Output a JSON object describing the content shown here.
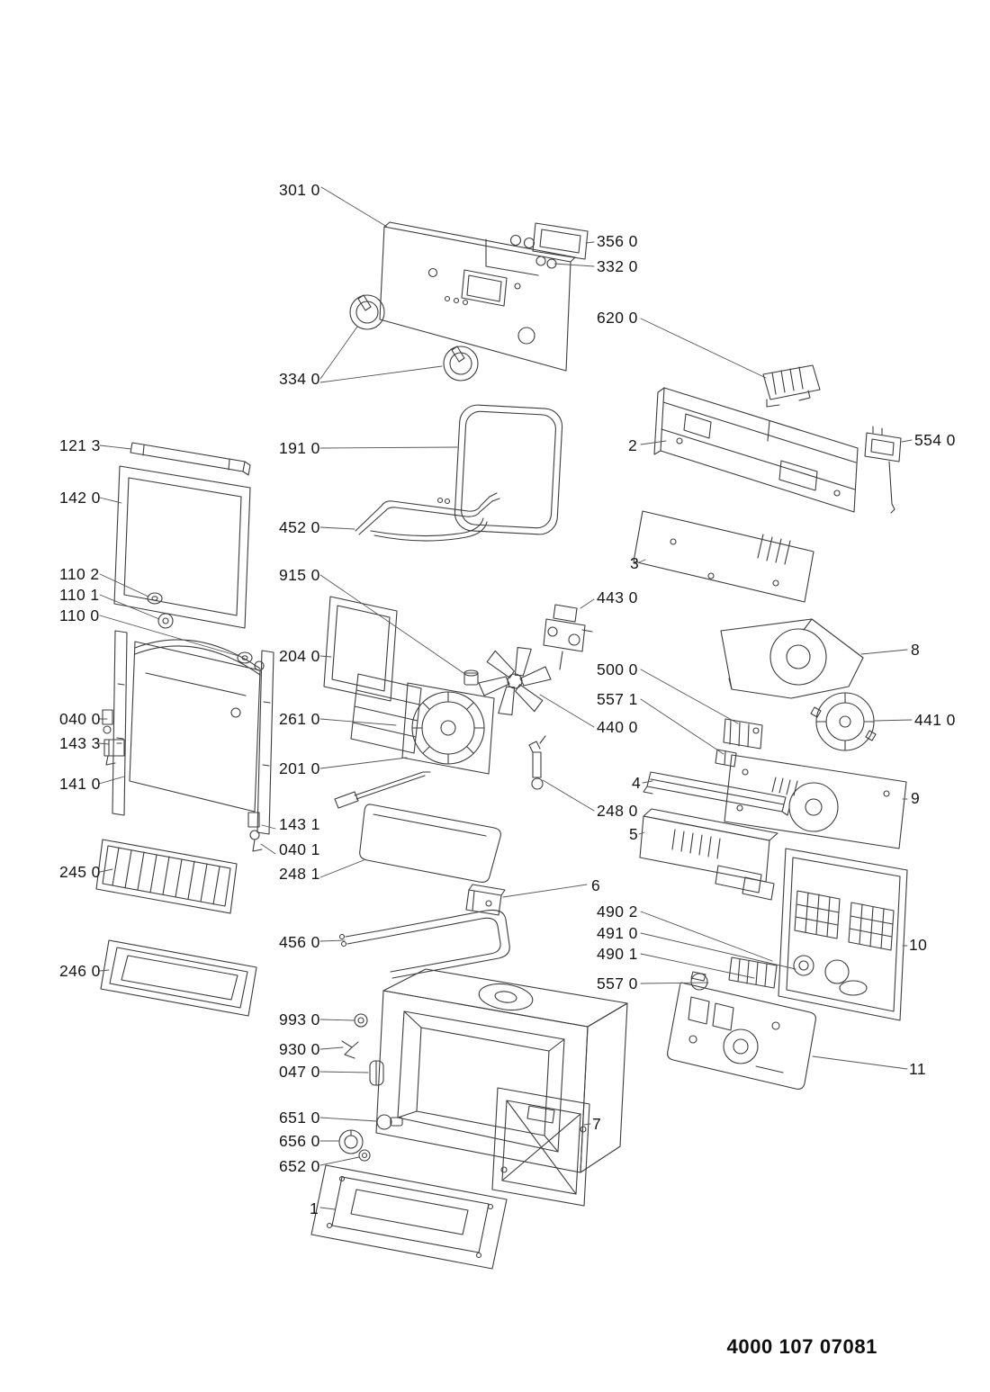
{
  "page": {
    "background_color": "#ffffff",
    "line_color": "#3c3c3c"
  },
  "footer": {
    "code": "4000 107 07081"
  },
  "labels": [
    {
      "text": "301 0"
    },
    {
      "text": "356 0"
    },
    {
      "text": "332 0"
    },
    {
      "text": "620 0"
    },
    {
      "text": "334 0"
    },
    {
      "text": "121 3"
    },
    {
      "text": "191 0"
    },
    {
      "text": "2"
    },
    {
      "text": "554 0"
    },
    {
      "text": "142 0"
    },
    {
      "text": "452 0"
    },
    {
      "text": "3"
    },
    {
      "text": "915 0"
    },
    {
      "text": "110 2"
    },
    {
      "text": "110 1"
    },
    {
      "text": "110 0"
    },
    {
      "text": "443 0"
    },
    {
      "text": "204 0"
    },
    {
      "text": "8"
    },
    {
      "text": "500 0"
    },
    {
      "text": "557 1"
    },
    {
      "text": "441 0"
    },
    {
      "text": "040 0"
    },
    {
      "text": "261 0"
    },
    {
      "text": "143 3"
    },
    {
      "text": "440 0"
    },
    {
      "text": "141 0"
    },
    {
      "text": "201 0"
    },
    {
      "text": "4"
    },
    {
      "text": "9"
    },
    {
      "text": "248 0"
    },
    {
      "text": "5"
    },
    {
      "text": "143 1"
    },
    {
      "text": "040 1"
    },
    {
      "text": "245 0"
    },
    {
      "text": "248 1"
    },
    {
      "text": "6"
    },
    {
      "text": "490 2"
    },
    {
      "text": "491 0"
    },
    {
      "text": "456 0"
    },
    {
      "text": "490 1"
    },
    {
      "text": "10"
    },
    {
      "text": "557 0"
    },
    {
      "text": "246 0"
    },
    {
      "text": "993 0"
    },
    {
      "text": "930 0"
    },
    {
      "text": "047 0"
    },
    {
      "text": "11"
    },
    {
      "text": "651 0"
    },
    {
      "text": "656 0"
    },
    {
      "text": "7"
    },
    {
      "text": "652 0"
    },
    {
      "text": "1"
    }
  ]
}
